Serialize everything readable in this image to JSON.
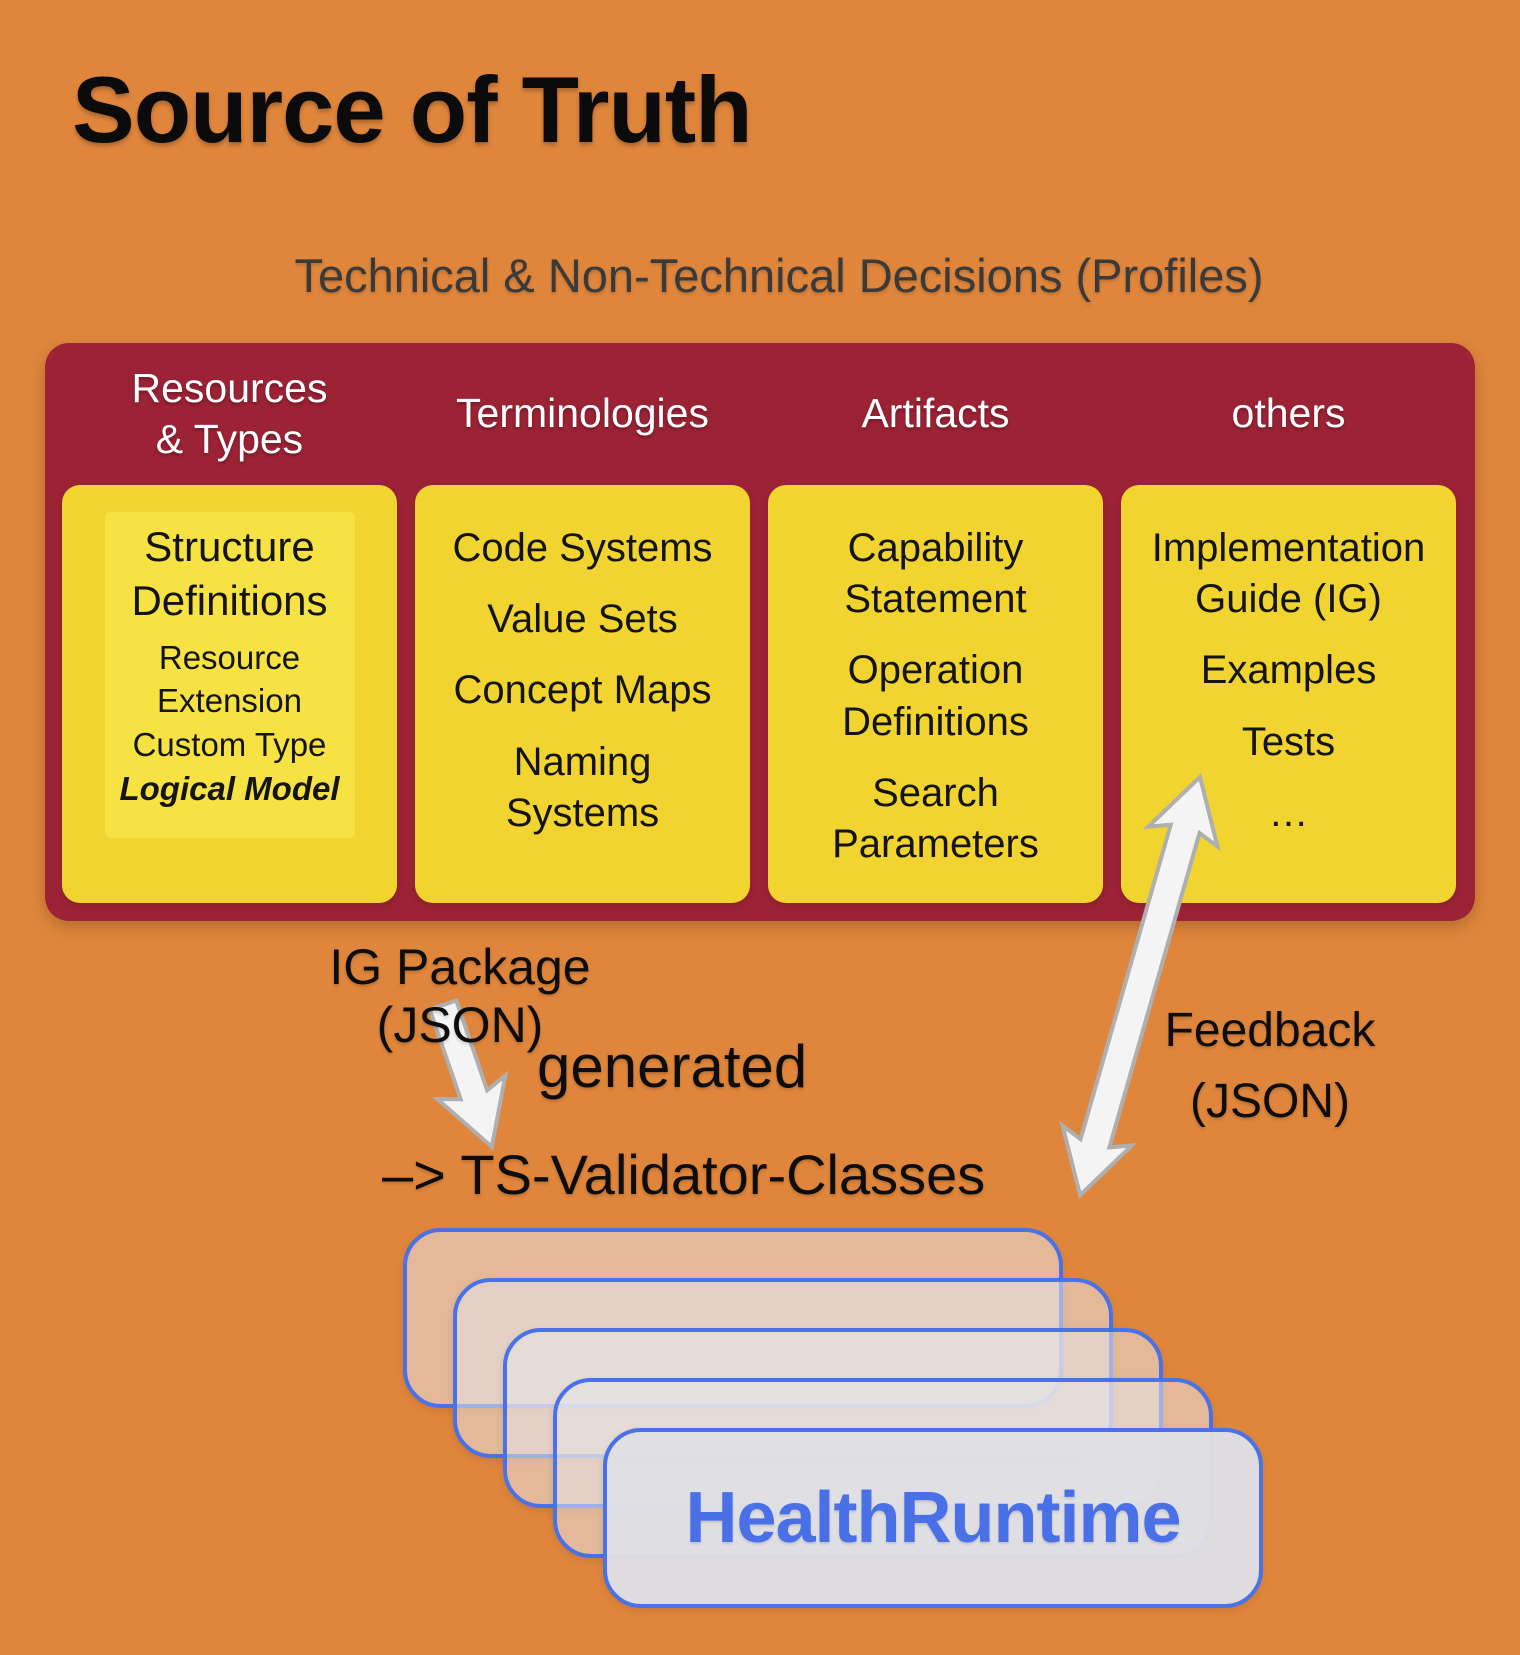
{
  "title": "Source of Truth",
  "subtitle": "Technical & Non-Technical Decisions (Profiles)",
  "panel": {
    "columns": [
      {
        "header": "Resources\n& Types",
        "primary": "Structure Definitions",
        "secondary": [
          "Resource",
          "Extension",
          "Custom Type"
        ],
        "emphasis": "Logical Model"
      },
      {
        "header": "Terminologies",
        "items": [
          "Code Systems",
          "Value Sets",
          "Concept Maps",
          "Naming Systems"
        ]
      },
      {
        "header": "Artifacts",
        "items": [
          "Capability Statement",
          "Operation Definitions",
          "Search Parameters"
        ]
      },
      {
        "header": "others",
        "items": [
          "Implementation Guide (IG)",
          "Examples",
          "Tests",
          "…"
        ]
      }
    ]
  },
  "flow": {
    "ig_package_label": "IG Package (JSON)",
    "generated_label": "generated",
    "ts_validator_label": "–> TS-Validator-Classes",
    "feedback_label": "Feedback\n(JSON)"
  },
  "runtime": {
    "label": "HealthRuntime",
    "stack_count": 5
  },
  "colors": {
    "background": "#E0863C",
    "panel": "#9C2335",
    "card-yellow": "#F1D42F",
    "card-yellow-light": "#F7E244",
    "header-text": "#FFFFFF",
    "body-text": "#141414",
    "subtitle-text": "#3A3A3A",
    "stack-border": "#4A72E8",
    "runtime-text": "#4A70E8",
    "arrow-fill": "#F4F4F4",
    "arrow-stroke": "#AFAFAF"
  }
}
